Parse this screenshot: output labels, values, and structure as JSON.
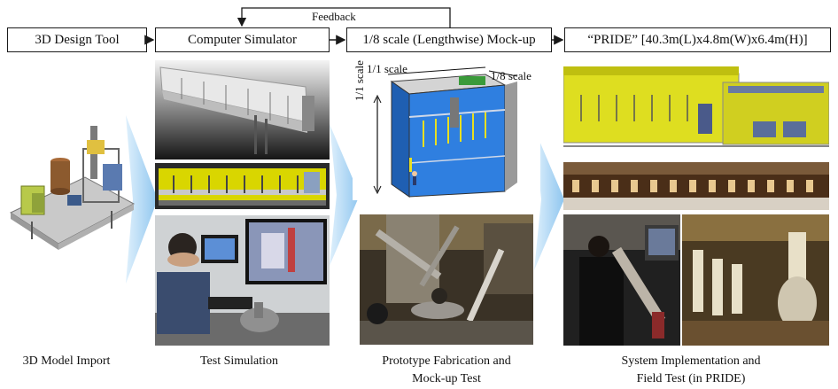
{
  "stages": [
    {
      "label": "3D Design Tool"
    },
    {
      "label": "Computer Simulator"
    },
    {
      "label": "1/8 scale (Lengthwise) Mock-up"
    },
    {
      "label": "“PRIDE” [40.3m(L)x4.8m(W)x6.4m(H)]"
    }
  ],
  "feedback_label": "Feedback",
  "captions": {
    "model_import": "3D Model Import",
    "test_simulation": "Test Simulation",
    "prototype_line1": "Prototype Fabrication and",
    "prototype_line2": "Mock-up Test",
    "system_line1": "System Implementation  and",
    "system_line2": "Field Test (in PRIDE)"
  },
  "mockup_labels": {
    "top_scale": "1/1 scale",
    "right_scale": "1/8 scale",
    "side_scale": "1/1 scale"
  },
  "colors": {
    "arrow_blue": "#9ccdf2",
    "box_border": "#1a1a1a",
    "mockup_blue": "#2f7fe0",
    "machine_yellow": "#d8d400"
  }
}
